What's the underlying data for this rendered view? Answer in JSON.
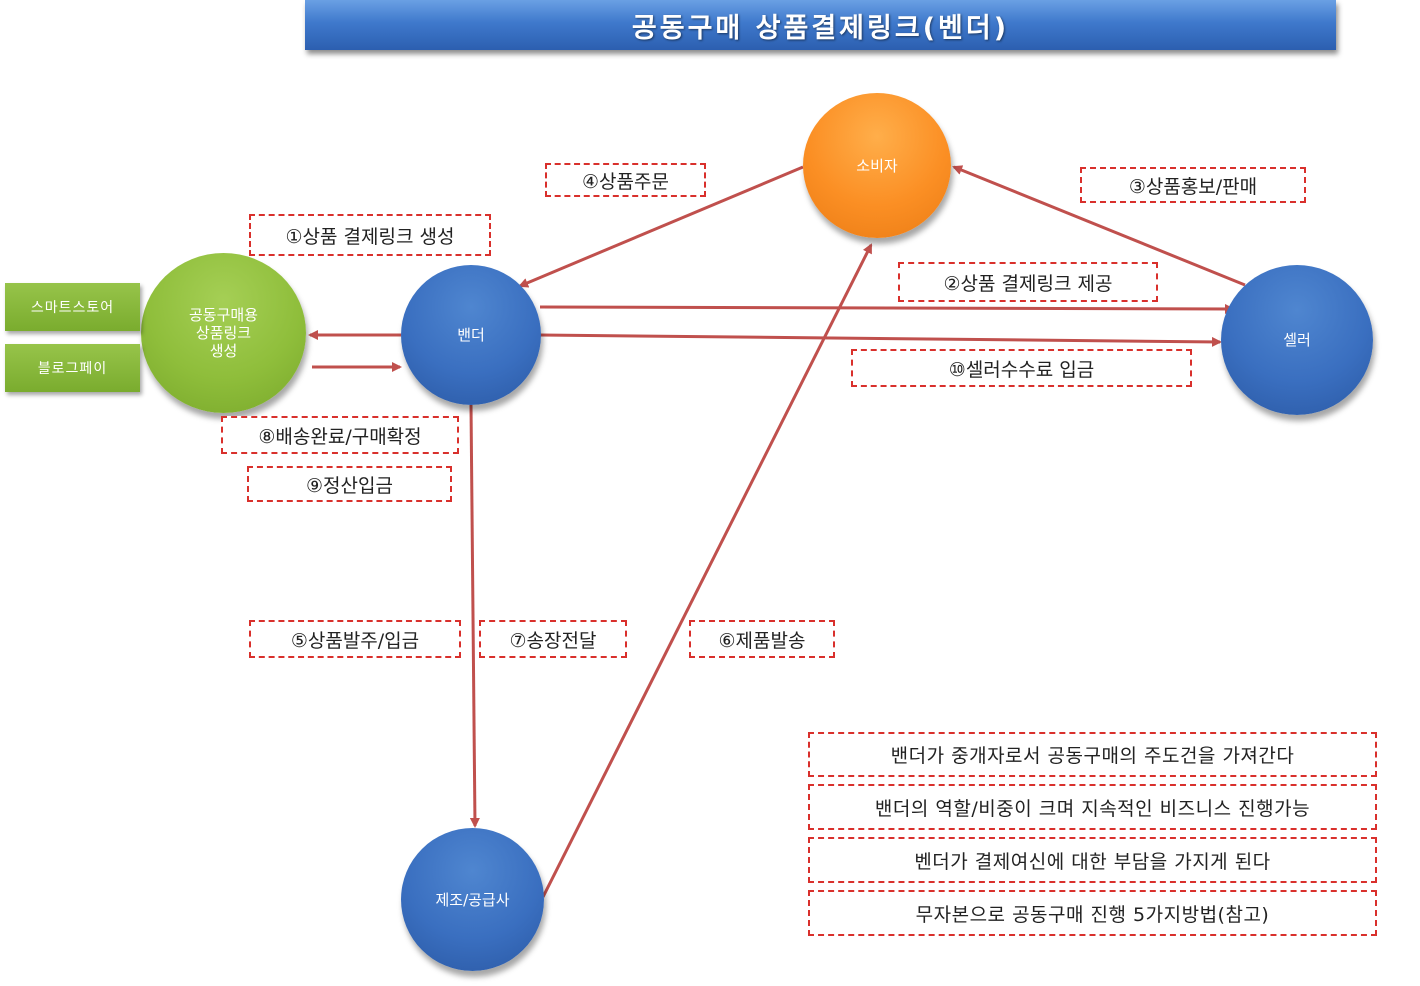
{
  "title": "공동구매 상품결제링크(벤더)",
  "nodes": {
    "consumer": "소비자",
    "vendor": "밴더",
    "seller": "셀러",
    "link_gen": "공동구매용\n상품링크\n생성",
    "manufacturer": "제조/공급사"
  },
  "side_boxes": {
    "smartstore": "스마트스토어",
    "blogpay": "블로그페이"
  },
  "steps": {
    "s1": "①상품 결제링크 생성",
    "s2": "②상품 결제링크 제공",
    "s3": "③상품홍보/판매",
    "s4": "④상품주문",
    "s5": "⑤상품발주/입금",
    "s6": "⑥제품발송",
    "s7": "⑦송장전달",
    "s8": "⑧배송완료/구매확정",
    "s9": "⑨정산입금",
    "s10": "⑩셀러수수료 입금"
  },
  "notes": [
    "밴더가 중개자로서 공동구매의 주도건을 가져간다",
    "밴더의 역할/비중이 크며 지속적인 비즈니스 진행가능",
    "벤더가 결제여신에 대한 부담을 가지게 된다",
    "무자본으로 공동구매 진행 5가지방법(참고)"
  ],
  "colors": {
    "arrow": "#c0504d",
    "dashed_border": "#d9302c",
    "node_blue": "#3a6fc0",
    "node_orange": "#fb8f24",
    "node_green": "#8fbe3b"
  }
}
